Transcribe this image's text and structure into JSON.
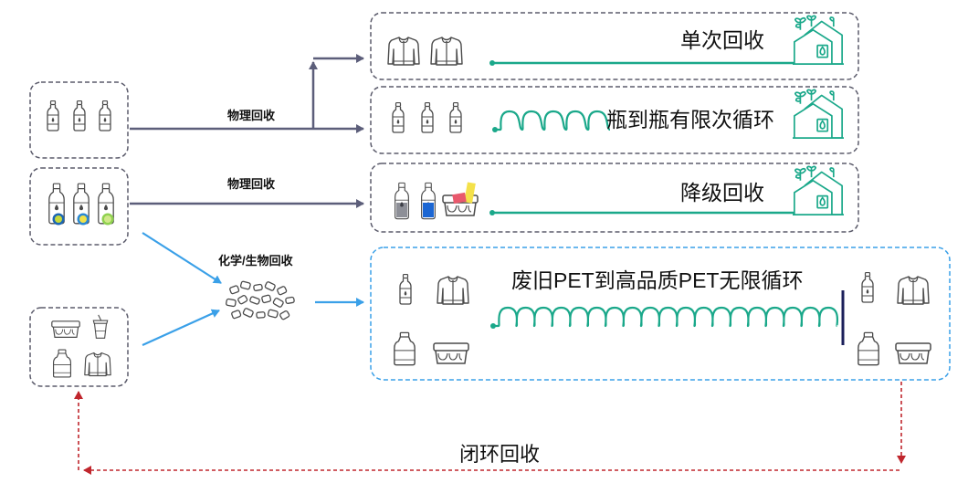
{
  "arrows": {
    "physical_1": "物理回收",
    "physical_2": "物理回收",
    "chemical": "化学/生物回收"
  },
  "rows": {
    "single": "单次回收",
    "bottle_to_bottle": "瓶到瓶有限次循环",
    "downgrade": "降级回收",
    "infinite": "废旧PET到高品质PET无限循环"
  },
  "closed_loop": "闭环回收",
  "colors": {
    "teal": "#1aa88a",
    "arrow_gray": "#5c5e7a",
    "arrow_blue": "#3aa0e8",
    "loop_red": "#c0262d",
    "dash_gray": "#5b5b6b",
    "navy": "#1b1f5a"
  },
  "icons": {
    "clothing": "jacket-icon",
    "bottle": "bottle-icon",
    "colored_bottle": "colored-bottle-icon",
    "cup": "cup-icon",
    "tray": "tray-icon",
    "detergent": "detergent-icon",
    "flakes": "pet-flakes-icon",
    "house": "house-fire-icon"
  }
}
